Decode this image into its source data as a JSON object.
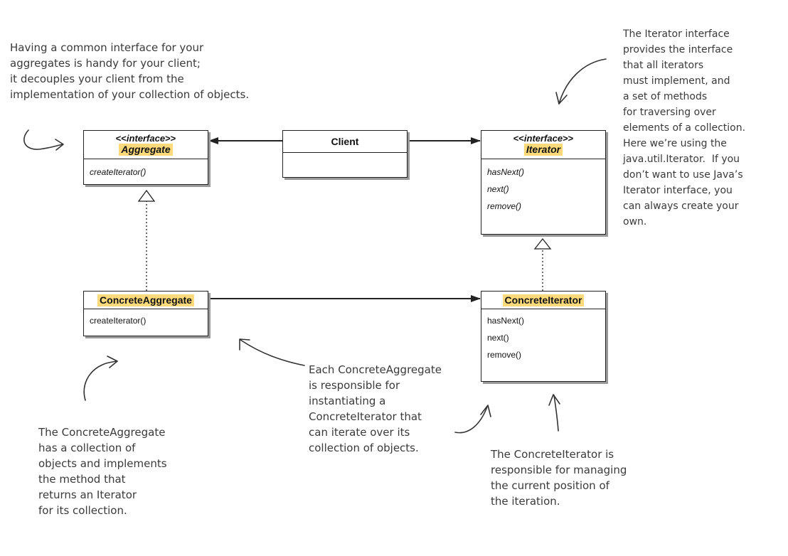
{
  "classes": {
    "aggregate": {
      "stereotype_prefix": "<<",
      "stereotype": "interface",
      "stereotype_suffix": ">>",
      "name": "Aggregate",
      "methods": [
        "createIterator()"
      ]
    },
    "client": {
      "name": "Client"
    },
    "iterator": {
      "stereotype_prefix": "<<",
      "stereotype": "interface",
      "stereotype_suffix": ">>",
      "name": "Iterator",
      "methods": [
        "hasNext()",
        "next()",
        "remove()"
      ]
    },
    "concrete_aggregate": {
      "name": "ConcreteAggregate",
      "methods": [
        "createIterator()"
      ]
    },
    "concrete_iterator": {
      "name": "ConcreteIterator",
      "methods": [
        "hasNext()",
        "next()",
        "remove()"
      ]
    }
  },
  "notes": {
    "aggregate_note": "Having a common interface for your\naggregates is handy for your client;\nit decouples your client from the\nimplementation of your collection of objects.",
    "iterator_note": "The Iterator interface\nprovides the interface\nthat all iterators\nmust implement, and\na set of methods\nfor traversing over\nelements of a collection.\nHere we’re using the\njava.util.Iterator.  If you\ndon’t want to use Java’s\nIterator interface, you\ncan always create your\nown.",
    "concrete_aggregate_note": "The ConcreteAggregate\nhas a collection of\nobjects and implements\nthe method that\nreturns an Iterator\nfor its collection.",
    "responsibility_note": "Each ConcreteAggregate\nis responsible for\ninstantiating a\nConcreteIterator that\ncan iterate over its\ncollection of objects.",
    "concrete_iterator_note": "The ConcreteIterator is\nresponsible for managing\nthe current position of\nthe iteration."
  },
  "colors": {
    "class_name_highlight": "#fcd97a",
    "line": "#222222",
    "note_text": "#3a3a3a"
  }
}
